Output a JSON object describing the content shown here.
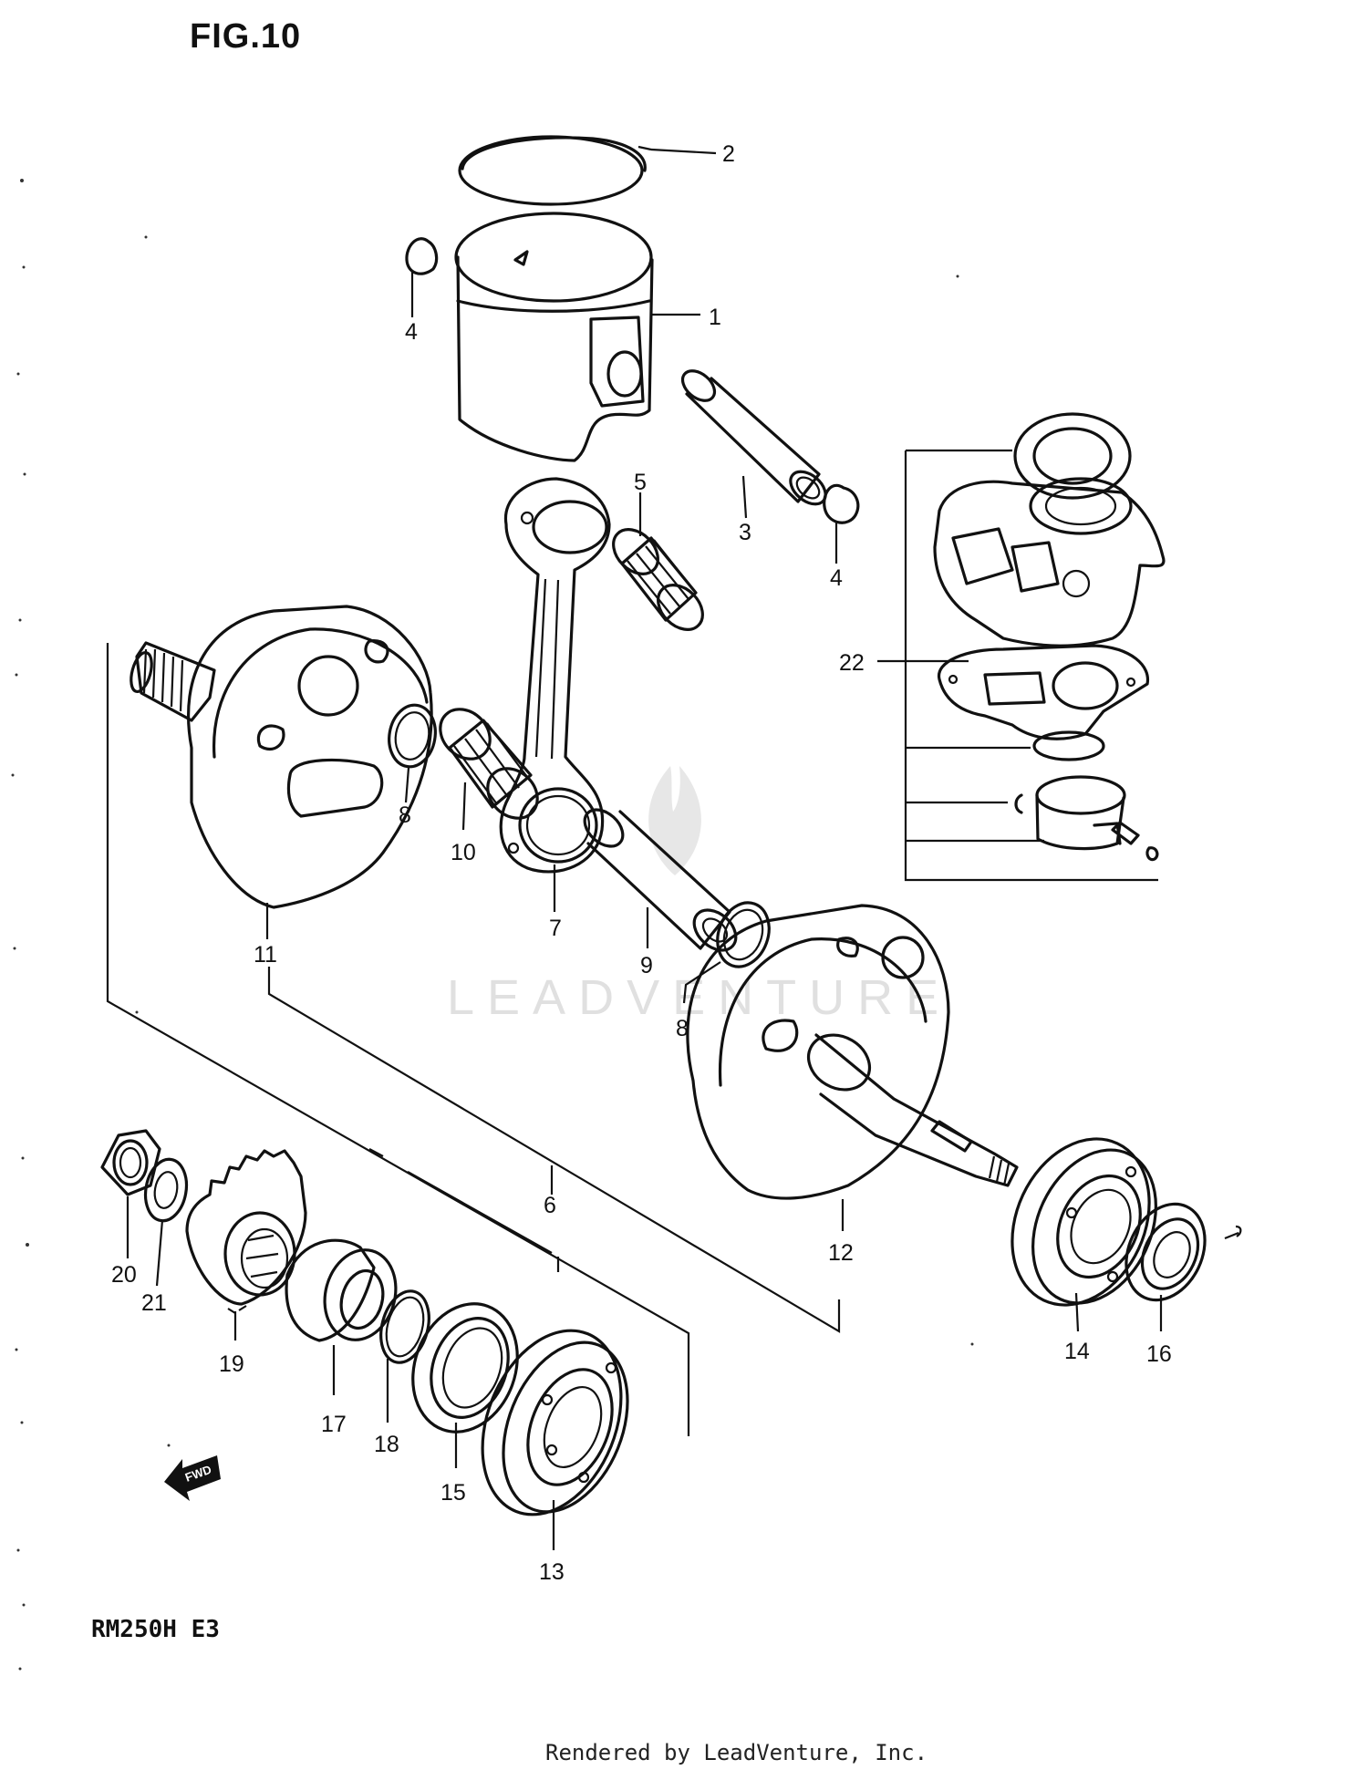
{
  "figure": {
    "title": "FIG.10",
    "model": "RM250H E3",
    "footer": "Rendered by LeadVenture, Inc."
  },
  "watermark": {
    "text": "LEADVENTURE"
  },
  "direction": {
    "label": "FWD"
  },
  "callouts": [
    {
      "id": "1",
      "label": "1"
    },
    {
      "id": "2",
      "label": "2"
    },
    {
      "id": "3",
      "label": "3"
    },
    {
      "id": "4a",
      "label": "4"
    },
    {
      "id": "4b",
      "label": "4"
    },
    {
      "id": "5",
      "label": "5"
    },
    {
      "id": "6",
      "label": "6"
    },
    {
      "id": "7",
      "label": "7"
    },
    {
      "id": "8a",
      "label": "8"
    },
    {
      "id": "8b",
      "label": "8"
    },
    {
      "id": "9",
      "label": "9"
    },
    {
      "id": "10",
      "label": "10"
    },
    {
      "id": "11",
      "label": "11"
    },
    {
      "id": "12",
      "label": "12"
    },
    {
      "id": "13",
      "label": "13"
    },
    {
      "id": "14",
      "label": "14"
    },
    {
      "id": "15",
      "label": "15"
    },
    {
      "id": "16",
      "label": "16"
    },
    {
      "id": "17",
      "label": "17"
    },
    {
      "id": "18",
      "label": "18"
    },
    {
      "id": "19",
      "label": "19"
    },
    {
      "id": "20",
      "label": "20"
    },
    {
      "id": "21",
      "label": "21"
    },
    {
      "id": "22",
      "label": "22"
    }
  ]
}
